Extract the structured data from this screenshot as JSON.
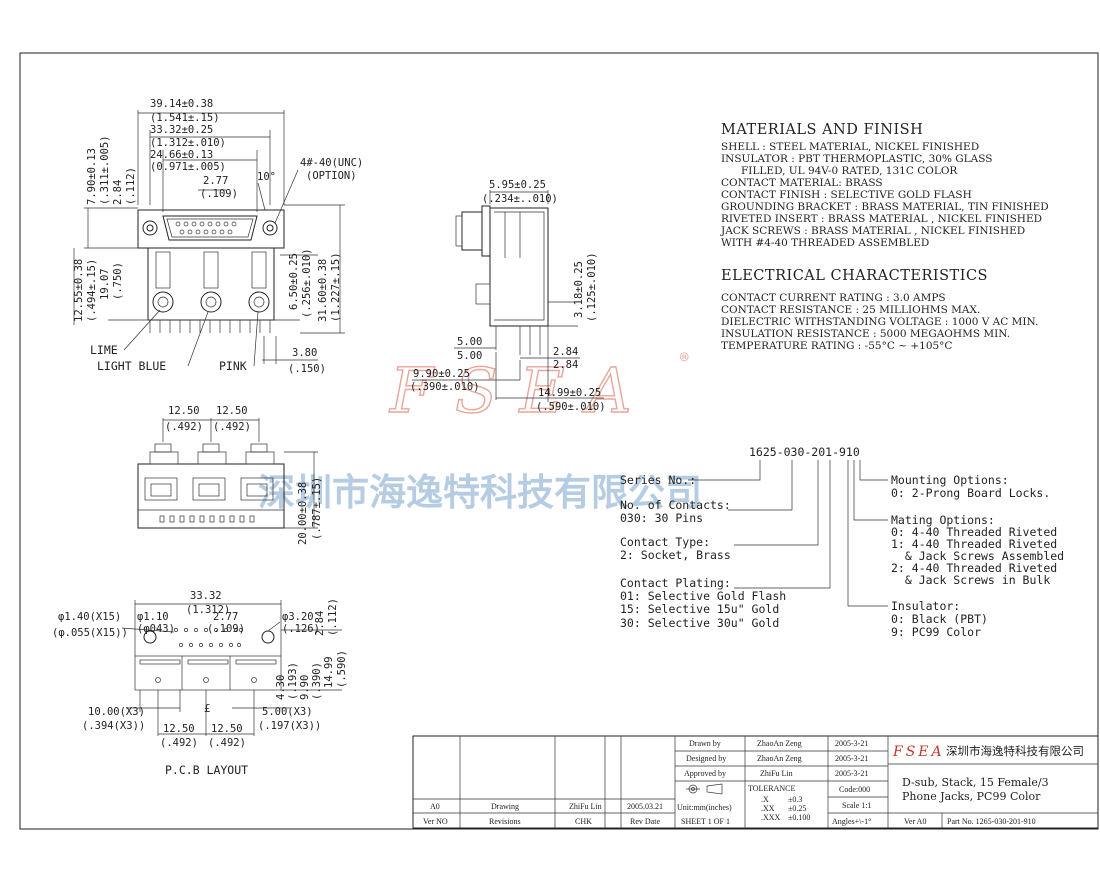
{
  "front_view": {
    "dims": {
      "overall_w": "39.14±0.38",
      "overall_w_in": "(1.541±.15)",
      "mount_w": "33.32±0.25",
      "mount_w_in": "(1.312±.010)",
      "shell_w": "24.66±0.13",
      "shell_w_in": "(0.971±.005)",
      "pitch": "2.77",
      "pitch_in": "(.109)",
      "angle": "10°",
      "screw": "4#-40(UNC)",
      "screw_opt": "(OPTION)",
      "top_h": "7.90±0.13",
      "top_h_in": "(.311±.005)",
      "h284": "2.84",
      "h284_in": "(.112)",
      "bot_h": "12.55±0.38",
      "bot_h_in": "(.494±.15)",
      "h1907": "19.07",
      "h1907_in": "(.750)",
      "h650": "6.50±0.25",
      "h650_in": "(.256±.010)",
      "total_h": "31.60±0.38",
      "total_h_in": "(1.227±.15)",
      "w380": "3.80",
      "w380_in": "(.150)"
    },
    "labels": {
      "lime": "LIME",
      "light_blue": "LIGHT BLUE",
      "pink": "PINK"
    }
  },
  "side_view": {
    "dims": {
      "w595": "5.95±0.25",
      "w595_in": "(.234±..010)",
      "h318": "3.18±0.25",
      "h318_in": "(.125±.010)",
      "d500a": "5.00",
      "d500b": "5.00",
      "d284a": "2.84",
      "d284b": "2.84",
      "d990": "9.90±0.25",
      "d990_in": "(.390±.010)",
      "d1499": "14.99±0.25",
      "d1499_in": "(.590±.010)"
    }
  },
  "top_view": {
    "dims": {
      "p1250a": "12.50",
      "p1250a_in": "(.492)",
      "p1250b": "12.50",
      "p1250b_in": "(.492)",
      "h2000": "20.00±0.38",
      "h2000_in": "(.787±.15)"
    }
  },
  "pcb_layout": {
    "title": "P.C.B LAYOUT",
    "dims": {
      "w3332": "33.32",
      "w3332_in": "(1.312)",
      "hole140": "φ1.40(X15)",
      "hole140_in": "(φ.055(X15))",
      "hole110": "φ1.10",
      "hole110_in": "(φ043)",
      "p277": "2.77",
      "p277_in": "(.109)",
      "hole320": "φ3.20",
      "hole320_in": "(.126)",
      "v284": "2.84",
      "v284_in": "(.112)",
      "v430": "4.30",
      "v430_in": "(.193)",
      "v990": "9.90",
      "v990_in": "(.390)",
      "v1499": "14.99",
      "v1499_in": "(.590)",
      "w1000": "10.00(X3)",
      "w1000_in": "(.394(X3))",
      "w500": "5.00(X3)",
      "w500_in": "(.197(X3))",
      "p1250a": "12.50",
      "p1250a_in": "(.492)",
      "p1250b": "12.50",
      "p1250b_in": "(.492)",
      "center": "£"
    }
  },
  "materials": {
    "title": "MATERIALS AND FINISH",
    "lines": [
      "SHELL : STEEL MATERIAL, NICKEL FINISHED",
      "INSULATOR : PBT THERMOPLASTIC, 30% GLASS",
      "      FILLED, UL 94V-0 RATED, 131C COLOR",
      "CONTACT MATERIAL: BRASS",
      "CONTACT FINISH : SELECTIVE GOLD FLASH",
      "GROUNDING BRACKET : BRASS MATERIAL, TIN FINISHED",
      "RIVETED INSERT : BRASS MATERIAL , NICKEL FINISHED",
      "JACK SCREWS : BRASS MATERIAL , NICKEL FINISHED",
      "WITH #4-40 THREADED ASSEMBLED"
    ]
  },
  "electrical": {
    "title": "ELECTRICAL CHARACTERISTICS",
    "lines": [
      "CONTACT CURRENT RATING : 3.0 AMPS",
      "CONTACT RESISTANCE : 25 MILLIOHMS MAX.",
      "DIELECTRIC WITHSTANDING VOLTAGE : 1000 V AC MIN.",
      "INSULATION RESISTANCE : 5000 MEGAOHMS MIN.",
      "TEMPERATURE RATING : -55°C ~ +105°C"
    ]
  },
  "part_code": {
    "code": "1625-030-201-910",
    "series": "Series No.:",
    "contacts": [
      "No. of Contacts:",
      "030: 30 Pins"
    ],
    "contact_type": [
      "Contact Type:",
      "2: Socket, Brass"
    ],
    "plating": [
      "Contact Plating:",
      "01: Selective Gold Flash",
      "15: Selective 15u\" Gold",
      "30: Selective 30u\" Gold"
    ],
    "mounting": [
      "Mounting Options:",
      "0: 2-Prong Board Locks."
    ],
    "mating": [
      "Mating Options:",
      "0: 4-40 Threaded Riveted",
      "1: 4-40 Threaded Riveted",
      "  & Jack Screws Assembled",
      "2: 4-40 Threaded Riveted",
      "  & Jack Screws in Bulk"
    ],
    "insulator": [
      "Insulator:",
      "0: Black (PBT)",
      "9: PC99 Color"
    ]
  },
  "watermark": {
    "logo": "FSEA",
    "reg": "®",
    "company": "深圳市海逸特科技有限公司"
  },
  "title_block": {
    "drawn_label": "Drawn  by",
    "drawn_name": "ZhaoAn Zeng",
    "drawn_date": "2005-3-21",
    "designed_label": "Designed by",
    "designed_name": "ZhaoAn Zeng",
    "designed_date": "2005-3-21",
    "approved_label": "Approved by",
    "approved_name": "ZhiFu Lin",
    "approved_date": "2005-3-21",
    "tolerance": "TOLERANCE",
    "tol_x": ".X",
    "tol_x_v": "±0.3",
    "tol_xx": ".XX",
    "tol_xx_v": "±0.25",
    "tol_xxx": ".XXX",
    "tol_xxx_v": "±0.100",
    "code": "Code:000",
    "scale": "Scale 1:1",
    "angles": "Angles+\\-1°",
    "units": "Unit:mm(inches)",
    "sheet": "SHEET 1 OF 1",
    "rev_a0": "A0",
    "rev_drawing": "Drawing",
    "rev_name": "ZhiFu Lin",
    "rev_date": "2005.03.21",
    "h_ver": "Ver NO",
    "h_revisions": "Revisions",
    "h_chk": "CHK",
    "h_revdate": "Rev Date",
    "logo": "FSEA",
    "company": "深圳市海逸特科技有限公司",
    "desc1": "D-sub, Stack, 15 Female/3",
    "desc2": "Phone Jacks, PC99 Color",
    "ver": "Ver A0",
    "part": "Part No. 1265-030-201-910"
  }
}
